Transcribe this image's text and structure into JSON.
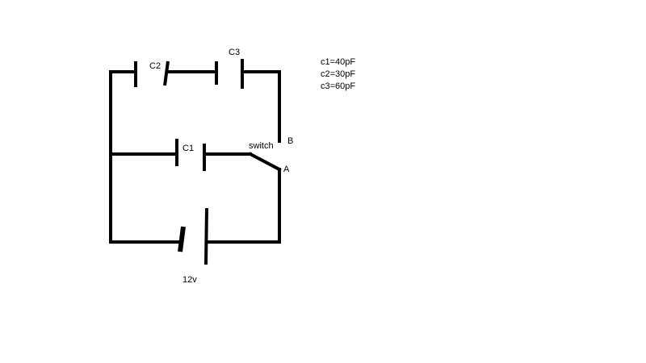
{
  "diagram": {
    "labels": {
      "c2": "C2",
      "c3": "C3",
      "c1": "C1",
      "switch": "switch",
      "b": "B",
      "a": "A",
      "battery": "12v"
    },
    "values": [
      "c1=40pF",
      "c2=30pF",
      "c3=60pF"
    ]
  },
  "colors": {
    "ink": "#000000",
    "background": "#ffffff"
  }
}
